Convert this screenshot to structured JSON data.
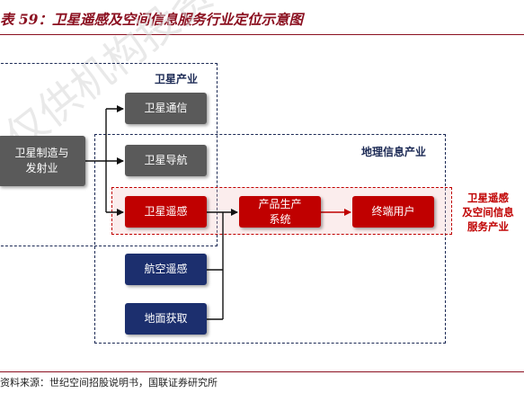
{
  "title": "表 59：卫星遥感及空间信息服务行业定位示意图",
  "watermark": "仅供机构投资者使用",
  "frames": {
    "satellite_industry": "卫星产业",
    "geo_info_industry": "地理信息产业",
    "remote_sensing_industry": "卫星遥感及空间信息服务产业"
  },
  "side_label_lines": [
    "卫星遥感",
    "及空间信息",
    "服务产业"
  ],
  "boxes": {
    "manufacturing": [
      "卫星制造与",
      "发射业"
    ],
    "communication": "卫星通信",
    "navigation": "卫星导航",
    "remote_sensing": "卫星遥感",
    "product_system": [
      "产品生产",
      "系统"
    ],
    "end_user": "终端用户",
    "aerial_rs": "航空遥感",
    "ground_acq": "地面获取"
  },
  "source": "资料来源：世纪空间招股说明书，国联证券研究所",
  "colors": {
    "accent": "#8b1020",
    "red": "#c00000",
    "navy": "#1c2f6e",
    "gray": "#5a5a5a"
  }
}
